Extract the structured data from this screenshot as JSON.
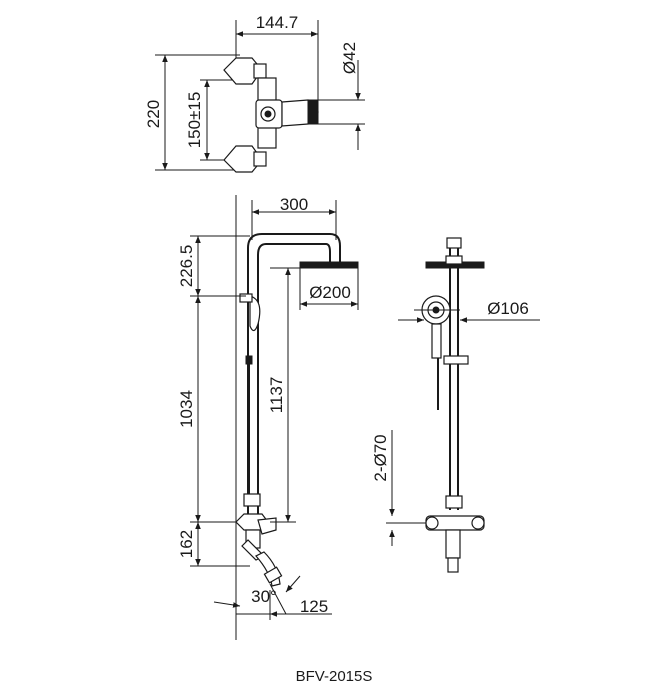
{
  "model_code": "BFV-2015S",
  "top_view": {
    "width_label": "144.7",
    "diameter_label": "Ø42",
    "height_label": "220",
    "spacing_label": "150±15"
  },
  "side_view": {
    "arm_label": "300",
    "top_label": "226.5",
    "head_diameter_label": "Ø200",
    "rail_label": "1034",
    "riser_label": "1137",
    "base_label": "162",
    "angle_label": "30°",
    "spout_label": "125"
  },
  "front_view": {
    "hand_shower_label": "Ø106",
    "flange_label": "2-Ø70"
  },
  "colors": {
    "line": "#1a1a1a",
    "background": "#ffffff"
  }
}
